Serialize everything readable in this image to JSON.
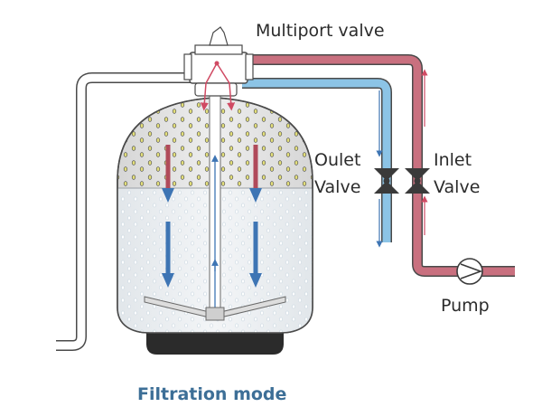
{
  "labels": {
    "multiport_valve": "Multiport valve",
    "outlet_valve_line1": "Oulet",
    "outlet_valve_line2": "Valve",
    "inlet_valve_line1": "Inlet",
    "inlet_valve_line2": "Valve",
    "pump": "Pump",
    "caption": "Filtration mode"
  },
  "colors": {
    "inlet_flow": "#c9707f",
    "outlet_flow": "#8cc4e6",
    "pipe_outline": "#4a4a4a",
    "tank_base": "#2b2b2b",
    "flow_arrow": "#3e75b4",
    "caption": "#3d6f97"
  }
}
